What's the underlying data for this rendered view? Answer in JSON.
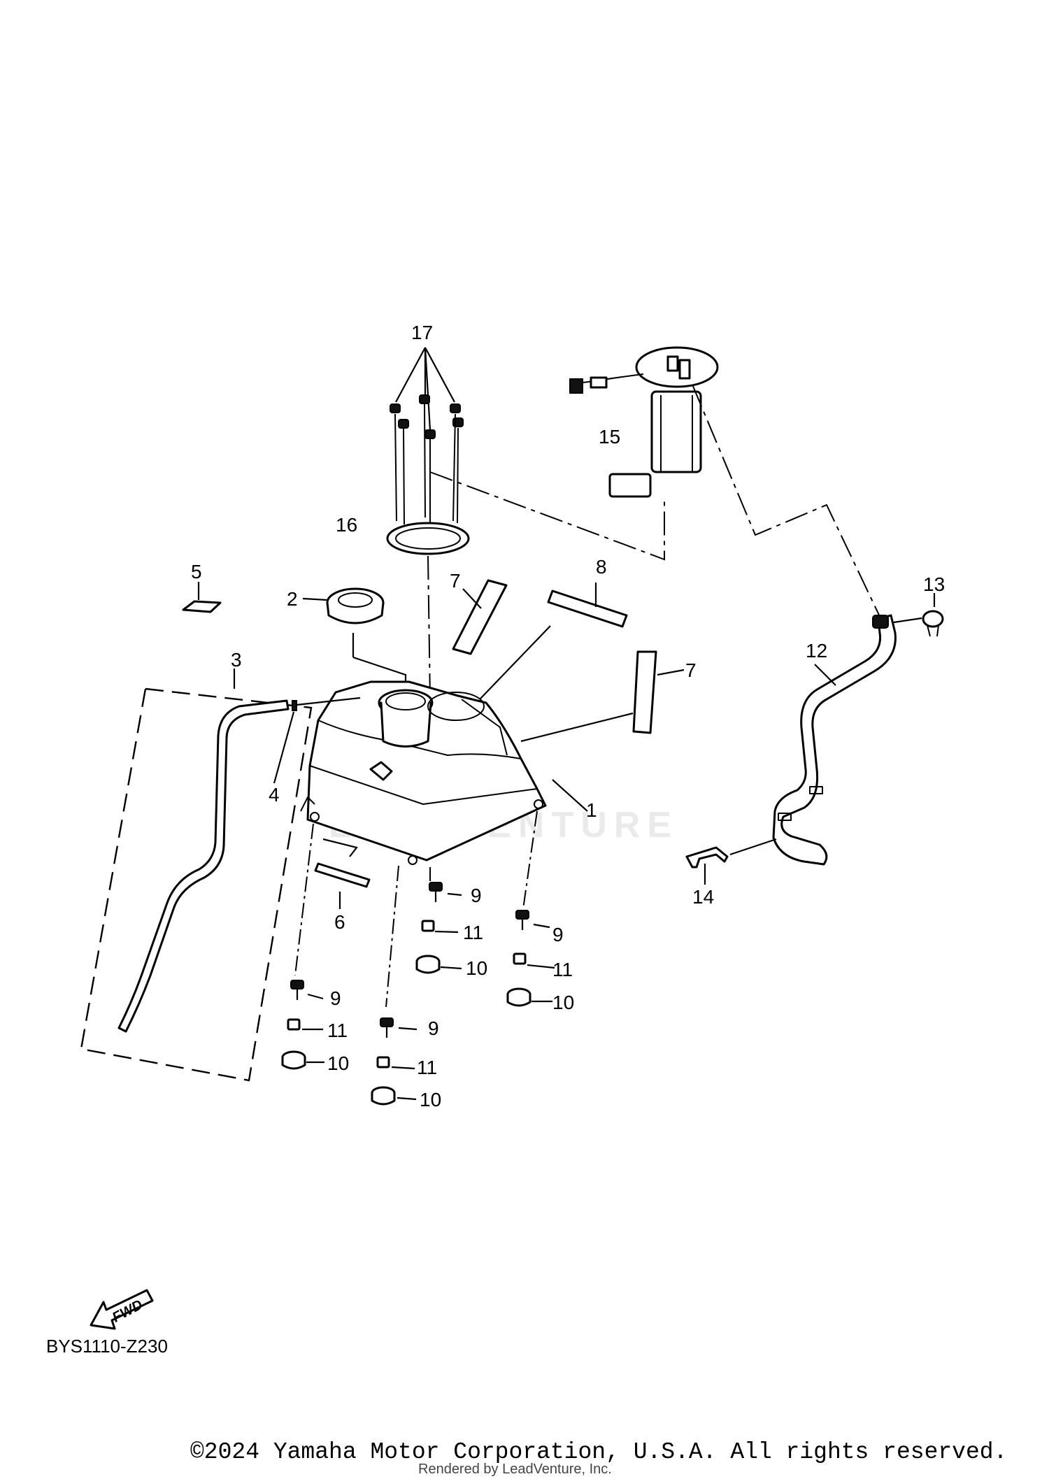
{
  "diagram": {
    "part_labels": {
      "p1": "1",
      "p2": "2",
      "p3": "3",
      "p4": "4",
      "p5": "5",
      "p6": "6",
      "p7a": "7",
      "p7b": "7",
      "p8": "8",
      "p9a": "9",
      "p9b": "9",
      "p9c": "9",
      "p9d": "9",
      "p10a": "10",
      "p10b": "10",
      "p10c": "10",
      "p10d": "10",
      "p11a": "11",
      "p11b": "11",
      "p11c": "11",
      "p11d": "11",
      "p12": "12",
      "p13": "13",
      "p14": "14",
      "p15": "15",
      "p16": "16",
      "p17": "17"
    },
    "fwd_label": "FWD",
    "diagram_code": "BYS1110-Z230",
    "watermark": "LEADVENTURE"
  },
  "footer": {
    "copyright": "©2024 Yamaha Motor Corporation, U.S.A. All rights reserved.",
    "rendered_by": "Rendered by LeadVenture, Inc."
  }
}
